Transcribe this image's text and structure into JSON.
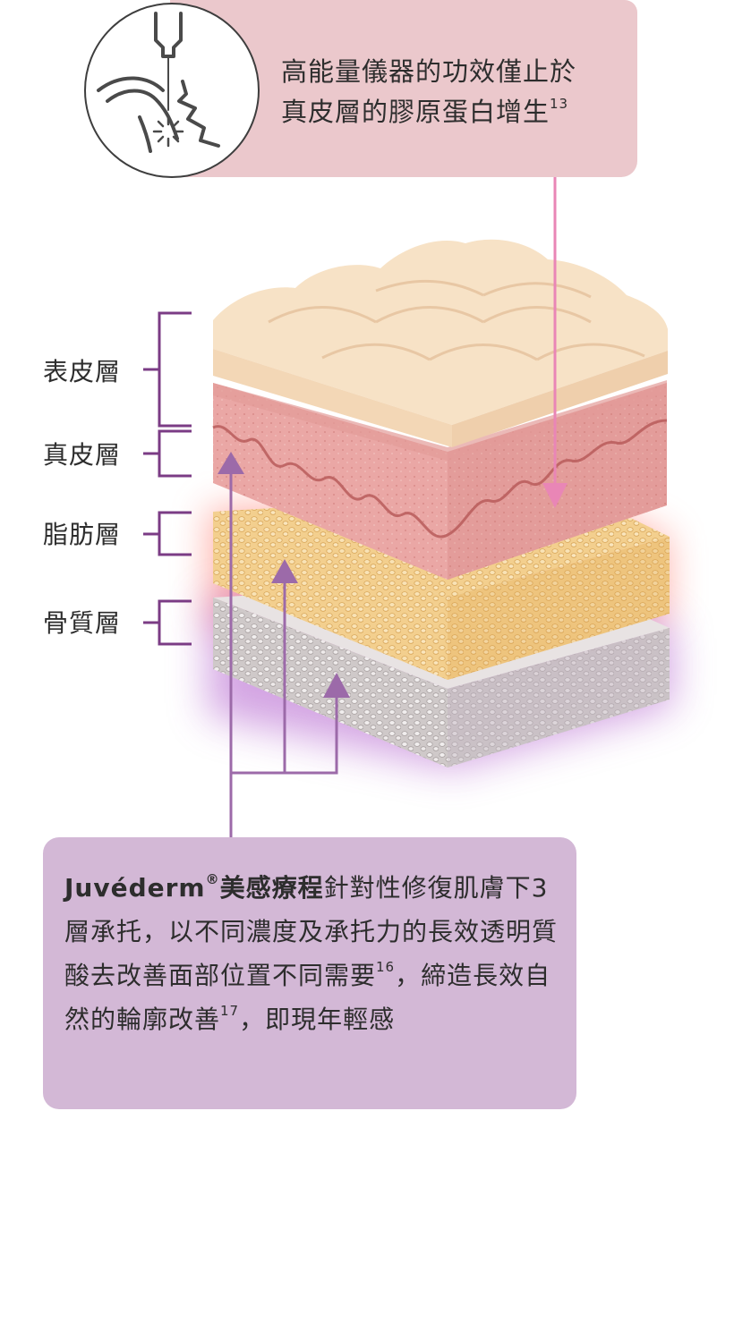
{
  "top_callout": {
    "line1": "高能量儀器的功效僅止於",
    "line2": "真皮層的膠原蛋白增生",
    "ref": "13"
  },
  "icons": {
    "device": "needle-laser-face-icon"
  },
  "layers": [
    {
      "label": "表皮層"
    },
    {
      "label": "真皮層"
    },
    {
      "label": "脂肪層"
    },
    {
      "label": "骨質層"
    }
  ],
  "bottom_callout": {
    "brand": "Juvéderm",
    "brand_mark": "®",
    "brand_suffix": "美感療程",
    "text_a": "針對性修復肌膚下3層承托，以不同濃度及承托力的長效透明質酸去改善面部位置不同需要",
    "ref_a": "16",
    "text_b": "，締造長效自然的輪廓改善",
    "ref_b": "17",
    "text_c": "，即現年輕感"
  },
  "colors": {
    "top_callout_bg": "#ebc8cc",
    "bottom_callout_bg": "#d3b8d6",
    "bracket": "#7b3c85",
    "pink_arrow": "#e986b6",
    "purple_arrow": "#9c6aa9",
    "epidermis": "#f4dcbd",
    "dermis": "#e8a4a4",
    "fat": "#f2cf8a",
    "bone": "#d9d4d4"
  }
}
